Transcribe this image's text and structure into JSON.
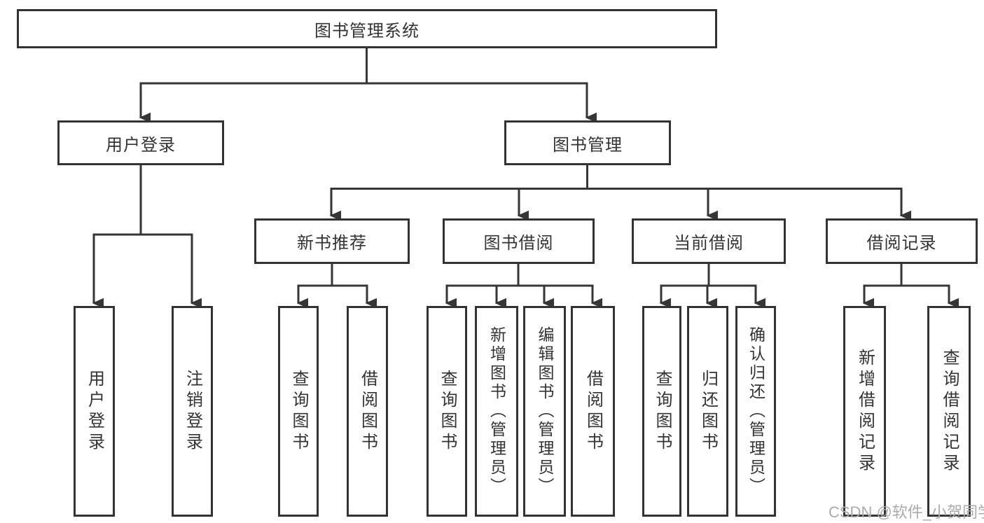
{
  "tree": {
    "root": {
      "label": "图书管理系统"
    },
    "branches": [
      {
        "label": "用户登录",
        "children": [
          {
            "label": "用户登录"
          },
          {
            "label": "注销登录"
          }
        ]
      },
      {
        "label": "图书管理",
        "children": [
          {
            "label": "新书推荐",
            "children": [
              {
                "label": "查询图书"
              },
              {
                "label": "借阅图书"
              }
            ]
          },
          {
            "label": "图书借阅",
            "children": [
              {
                "label": "查询图书"
              },
              {
                "label": "新增图书（管理员）"
              },
              {
                "label": "编辑图书（管理员）"
              },
              {
                "label": "借阅图书"
              }
            ]
          },
          {
            "label": "当前借阅",
            "children": [
              {
                "label": "查询图书"
              },
              {
                "label": "归还图书"
              },
              {
                "label": "确认归还（管理员）"
              }
            ]
          },
          {
            "label": "借阅记录",
            "children": [
              {
                "label": "新增借阅记录"
              },
              {
                "label": "查询借阅记录"
              }
            ]
          }
        ]
      }
    ]
  },
  "watermark": {
    "text": "CSDN @软件_小贺同学"
  },
  "colors": {
    "line": "#363636",
    "border": "#333333",
    "text": "#333333",
    "watermark": "#ababab",
    "background": "#ffffff"
  }
}
